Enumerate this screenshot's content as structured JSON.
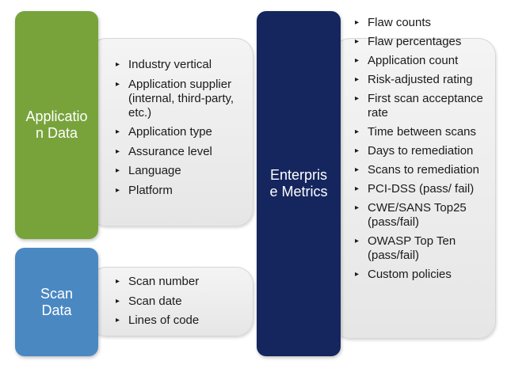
{
  "application_data": {
    "label_lines": [
      "Applicatio",
      "n Data"
    ],
    "items": [
      "Industry vertical",
      "Application supplier (internal, third-party, etc.)",
      "Application type",
      "Assurance level",
      "Language",
      "Platform"
    ],
    "color": "#78a33b"
  },
  "scan_data": {
    "label_lines": [
      "Scan",
      "Data"
    ],
    "items": [
      "Scan number",
      "Scan date",
      "Lines of code"
    ],
    "color": "#4a88c2"
  },
  "enterprise_metrics": {
    "label_lines": [
      "Enterpris",
      "e Metrics"
    ],
    "items": [
      "Flaw counts",
      "Flaw percentages",
      "Application count",
      "Risk-adjusted rating",
      "First scan acceptance rate",
      "Time between scans",
      "Days to remediation",
      "Scans to remediation",
      "PCI-DSS (pass/ fail)",
      "CWE/SANS Top25 (pass/fail)",
      "OWASP Top Ten (pass/fail)",
      "Custom policies"
    ],
    "color": "#15265e"
  },
  "bullet_glyph": "▸"
}
